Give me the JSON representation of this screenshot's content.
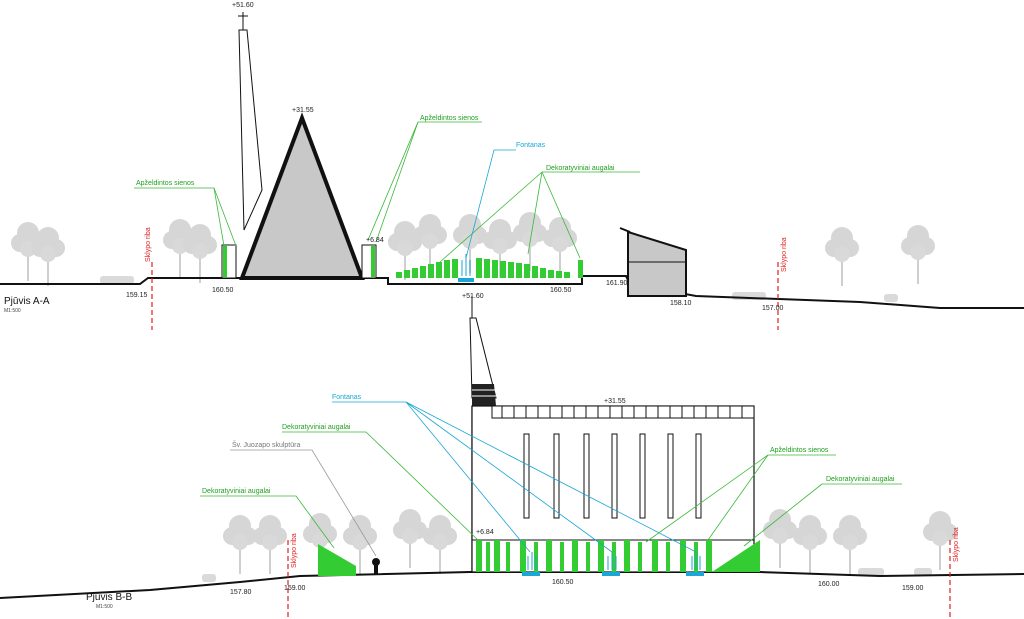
{
  "section_a": {
    "title": "Pjūvis A-A",
    "scale": "M1:500",
    "elev_spire": "+51.60",
    "elev_roof": "+31.55",
    "elev_wall": "+6.84",
    "elev_left_low": "159.15",
    "elev_left": "160.50",
    "elev_mid": "160.50",
    "elev_small_bldg": "161.90",
    "elev_small_base": "158.10",
    "elev_right": "157.00",
    "label_walls_left": "Apželdintos sienos",
    "label_walls_right": "Apželdintos sienos",
    "label_fountain": "Fontanas",
    "label_plants": "Dekoratyviniai augalai",
    "label_boundary_left": "Sklypo riba",
    "label_boundary_right": "Sklypo riba"
  },
  "section_b": {
    "title": "Pjūvis B-B",
    "scale": "M1:500",
    "elev_spire": "+51.60",
    "elev_roof": "+31.55",
    "elev_wall": "+6.84",
    "elev_left_low": "157.80",
    "elev_left": "159.00",
    "elev_mid": "160.50",
    "elev_right": "160.00",
    "elev_right_far": "159.00",
    "label_fountain": "Fontanas",
    "label_plants_top": "Dekoratyviniai augalai",
    "label_sculpture": "Šv. Juozapo skulptūra",
    "label_plants_left": "Dekoratyviniai augalai",
    "label_walls": "Apželdintos sienos",
    "label_plants_right": "Dekoratyviniai augalai",
    "label_boundary_left": "Sklypo riba",
    "label_boundary_right": "Sklypo riba"
  },
  "colors": {
    "green": "#1e9e1e",
    "plant_green": "#33cc33",
    "blue": "#1aa6d6",
    "red": "#e02020",
    "tree_grey": "#cfcfcf",
    "building_grey": "#c8c8c8"
  }
}
